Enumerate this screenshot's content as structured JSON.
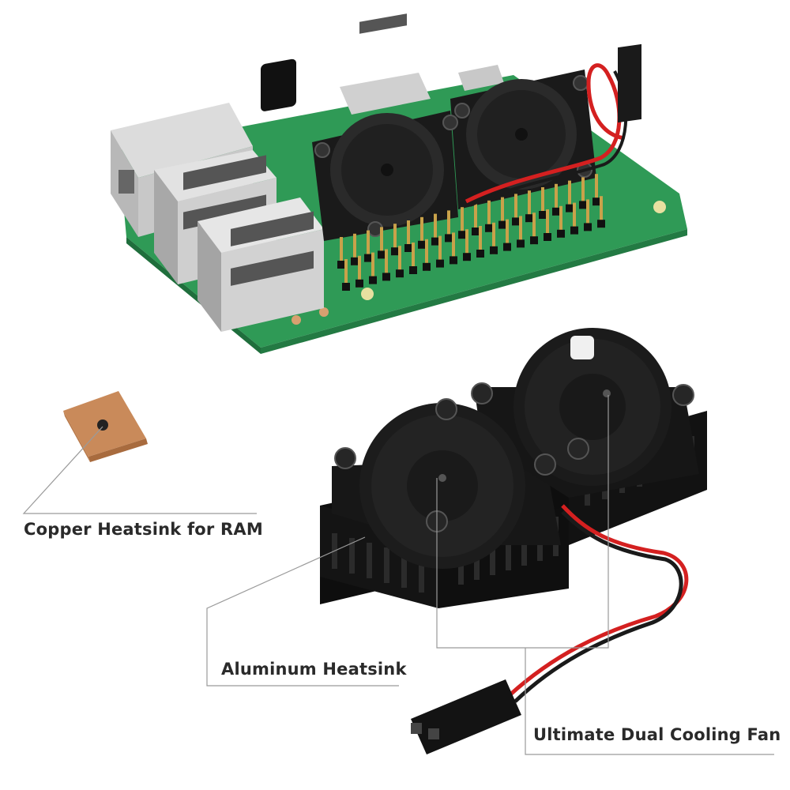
{
  "labels": {
    "copper": "Copper Heatsink for RAM",
    "aluminum": "Aluminum Heatsink",
    "fan": "Ultimate Dual Cooling Fan"
  },
  "icons": [
    "raspberry-pi-board",
    "dual-cooling-fan-assembly",
    "copper-heatsink-pad",
    "fan-connector-plug"
  ],
  "colors": {
    "pcb": "#2f9a56",
    "copper": "#c98a5a",
    "fan_body": "#151515",
    "wire_red": "#d42020",
    "wire_black": "#1a1a1a",
    "leader_line": "#9a9a9a",
    "label_text": "#2a2a2a"
  }
}
